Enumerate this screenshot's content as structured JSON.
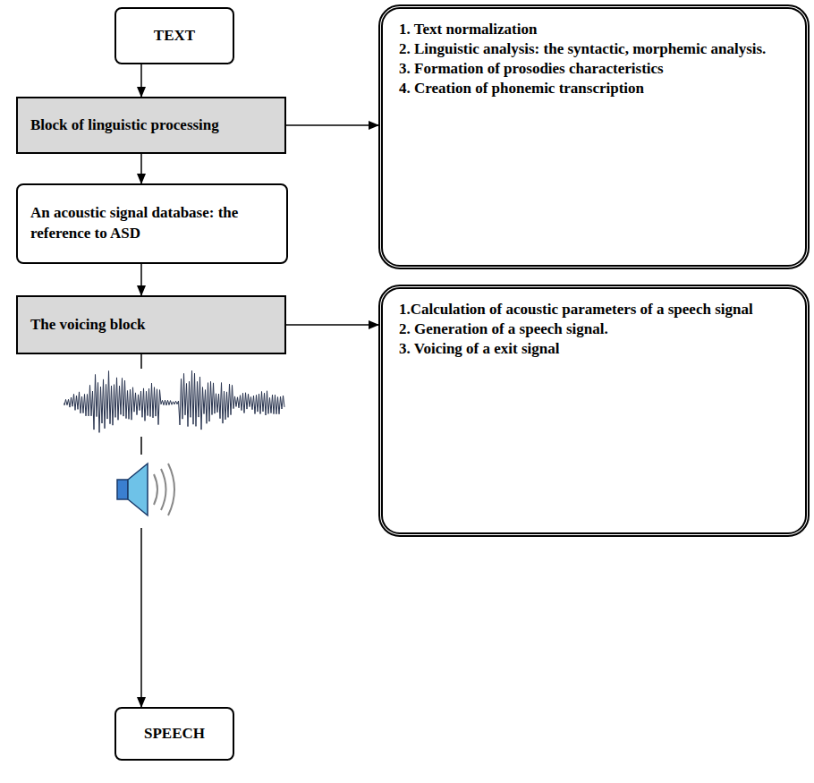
{
  "diagram": {
    "nodes": [
      {
        "text": [
          "TEXT"
        ]
      },
      {
        "text": [
          "Block of linguistic processing"
        ]
      },
      {
        "text": [
          "1. Text normalization",
          "2. Linguistic analysis: the syntactic, morphemic analysis.",
          "3. Formation of prosodies characteristics",
          "4. Creation of phonemic transcription"
        ]
      },
      {
        "text": [
          "An acoustic signal database: the reference to ASD"
        ]
      },
      {
        "text": [
          "The voicing block"
        ]
      },
      {
        "text": [
          "1.Calculation of acoustic parameters of a speech signal",
          "2. Generation of a speech signal.",
          "3. Voicing of a exit signal"
        ]
      },
      {
        "text": [
          "SPEECH"
        ]
      }
    ],
    "edges": [
      {
        "from": 0,
        "to": 1,
        "arrow": "to"
      },
      {
        "from": 1,
        "to": 2,
        "arrow": "to"
      },
      {
        "from": 1,
        "to": 3,
        "arrow": "to"
      },
      {
        "from": 3,
        "to": 4,
        "arrow": "to"
      },
      {
        "from": 4,
        "to": 5,
        "arrow": "to"
      },
      {
        "from": 4,
        "to": 6,
        "arrow": "to"
      }
    ]
  }
}
